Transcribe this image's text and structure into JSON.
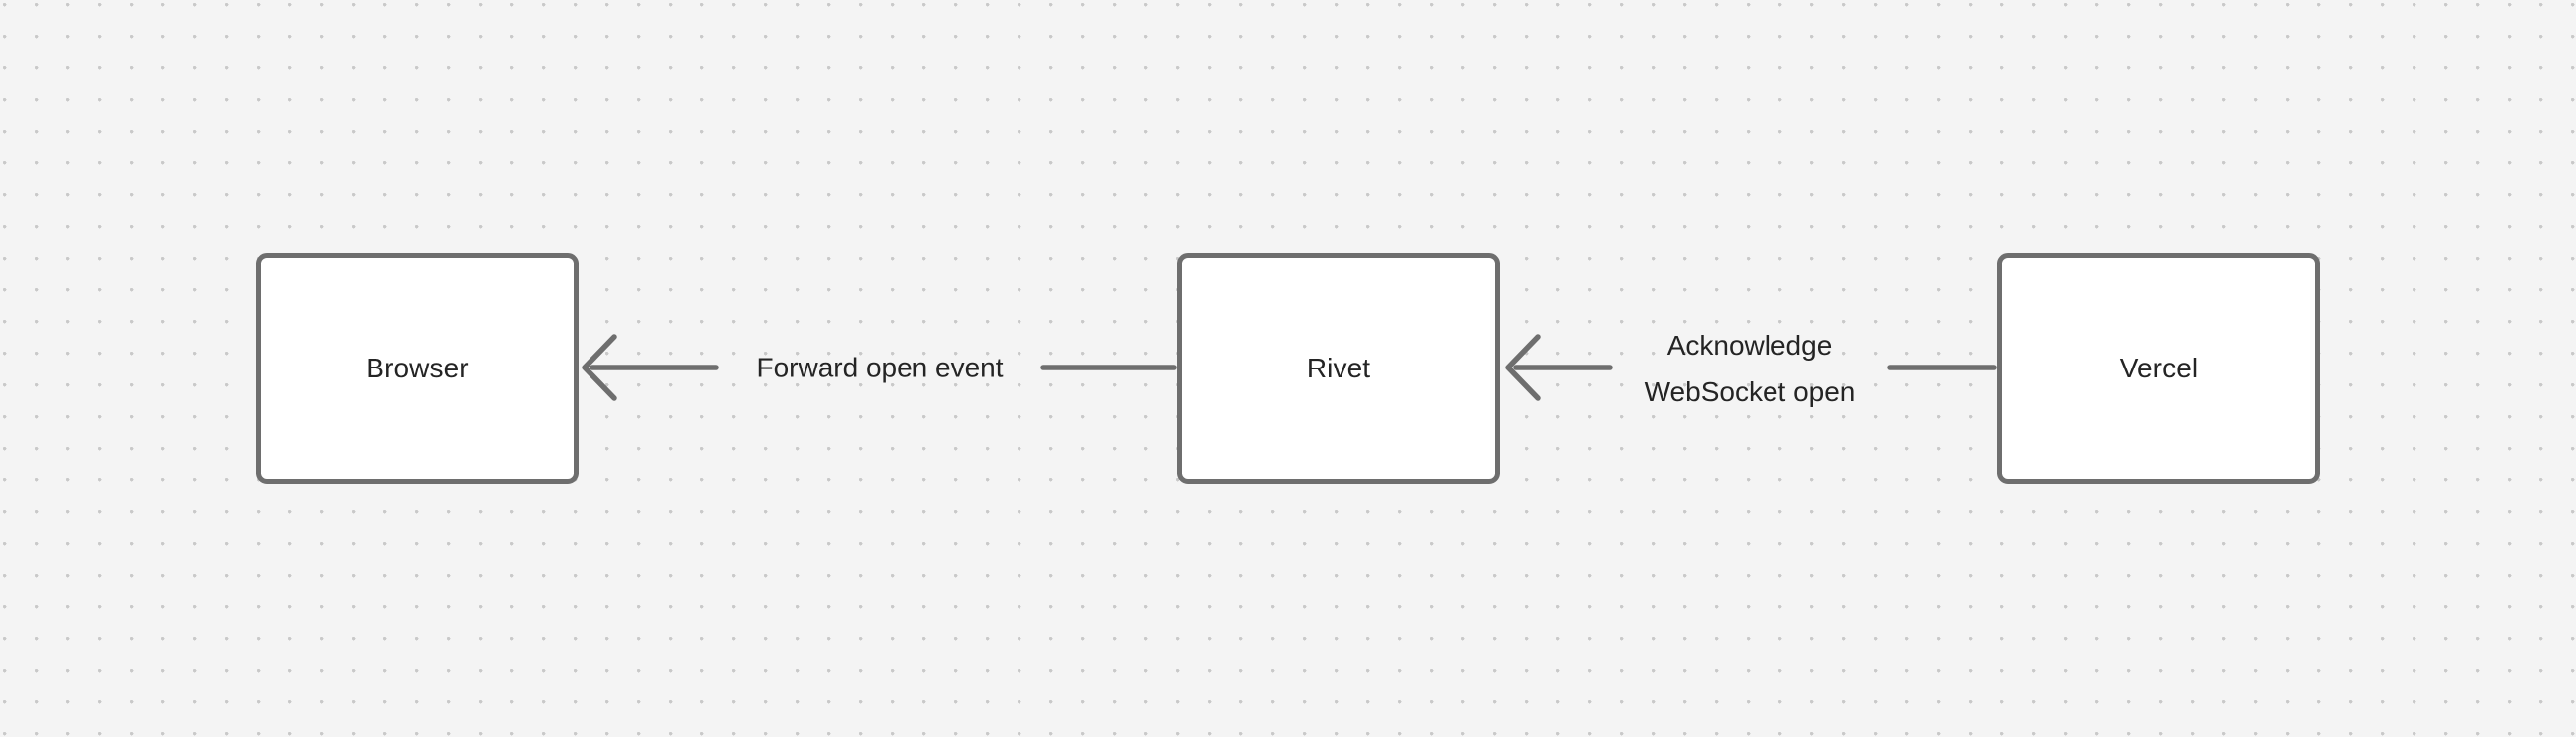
{
  "diagram": {
    "type": "sequence-flow",
    "background_color": "#f4f4f4",
    "grid_dot_color": "#c9c9c9",
    "node_border_color": "#6e6e6e",
    "node_fill_color": "#ffffff",
    "edge_color": "#6e6e6e",
    "text_color": "#242424",
    "nodes": [
      {
        "id": "browser",
        "label": "Browser"
      },
      {
        "id": "rivet",
        "label": "Rivet"
      },
      {
        "id": "vercel",
        "label": "Vercel"
      }
    ],
    "edges": [
      {
        "id": "edge-rivet-to-browser",
        "from": "rivet",
        "to": "browser",
        "direction": "left",
        "arrowhead": "chevron-left-icon",
        "label_lines": [
          "Forward open event"
        ]
      },
      {
        "id": "edge-vercel-to-rivet",
        "from": "vercel",
        "to": "rivet",
        "direction": "left",
        "arrowhead": "chevron-left-icon",
        "label_lines": [
          "Acknowledge",
          "WebSocket open"
        ]
      }
    ]
  }
}
